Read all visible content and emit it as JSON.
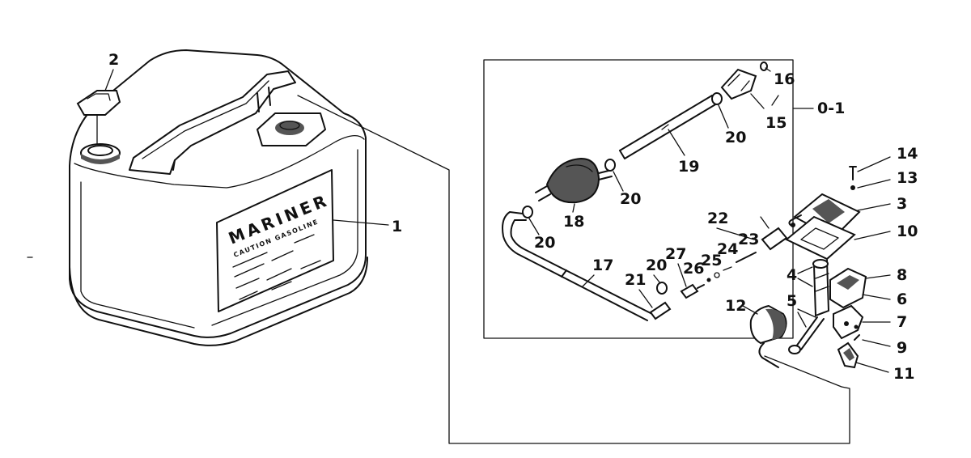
{
  "brand": {
    "name": "MARINER",
    "sub": "CAUTION GASOLINE"
  },
  "callouts": {
    "c1": "1",
    "c2": "2",
    "c3": "3",
    "c4": "4",
    "c5": "5",
    "c6": "6",
    "c7": "7",
    "c8": "8",
    "c9": "9",
    "c10": "10",
    "c11": "11",
    "c12": "12",
    "c13": "13",
    "c14": "14",
    "c15": "15",
    "c16": "16",
    "c17": "17",
    "c18": "18",
    "c19": "19",
    "c20a": "20",
    "c20b": "20",
    "c20c": "20",
    "c20d": "20",
    "c21": "21",
    "c22": "22",
    "c23": "23",
    "c24": "24",
    "c25": "25",
    "c26": "26",
    "c27": "27",
    "c01": "0-1"
  }
}
